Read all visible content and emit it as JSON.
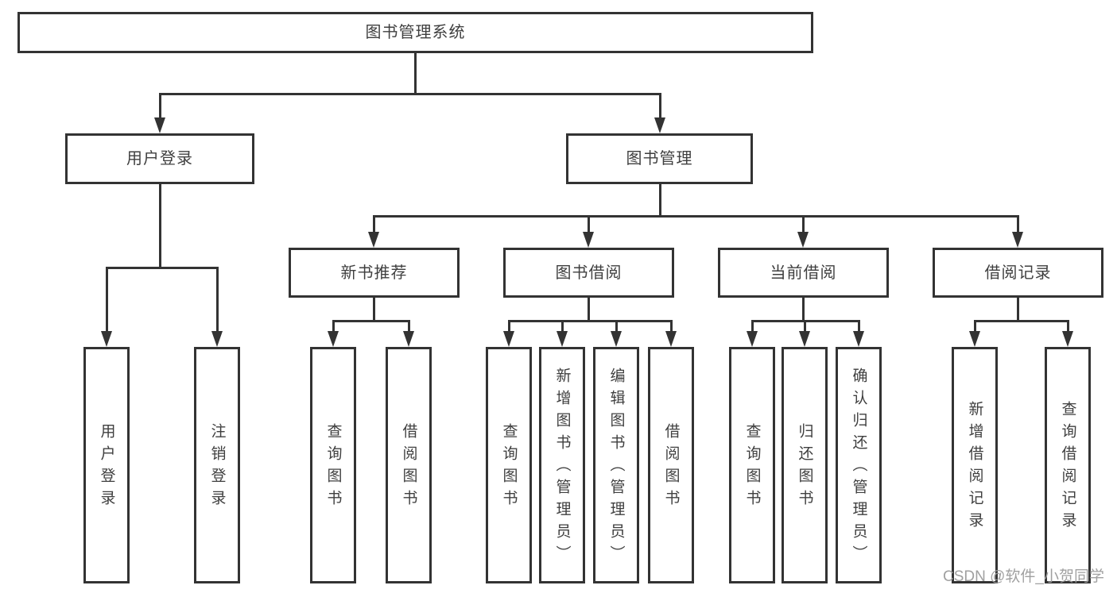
{
  "nodes": {
    "root": "图书管理系统",
    "level2": {
      "user_login": "用户登录",
      "book_mgmt": "图书管理"
    },
    "user_login_children": {
      "login": "用户登录",
      "logout": "注销登录"
    },
    "book_mgmt_children": {
      "new_book_rec": "新书推荐",
      "book_borrow": "图书借阅",
      "current_borrow": "当前借阅",
      "borrow_records": "借阅记录"
    },
    "new_book_rec_children": {
      "query_books": "查询图书",
      "borrow_books": "借阅图书"
    },
    "book_borrow_children": {
      "query_books": "查询图书",
      "add_books": "新增图书（管理员）",
      "edit_books": "编辑图书（管理员）",
      "borrow_books": "借阅图书"
    },
    "current_borrow_children": {
      "query_books": "查询图书",
      "return_books": "归还图书",
      "confirm_return": "确认归还（管理员）"
    },
    "borrow_records_children": {
      "add_record": "新增借阅记录",
      "query_record": "查询借阅记录"
    }
  },
  "watermark": {
    "text": "CSDN @软件_小贺同学",
    "color": "#9b9b9b"
  },
  "colors": {
    "background": "#ffffff",
    "line": "#333333",
    "box_border": "#333333",
    "box_fill": "#ffffff",
    "text": "#3f3f3f"
  }
}
